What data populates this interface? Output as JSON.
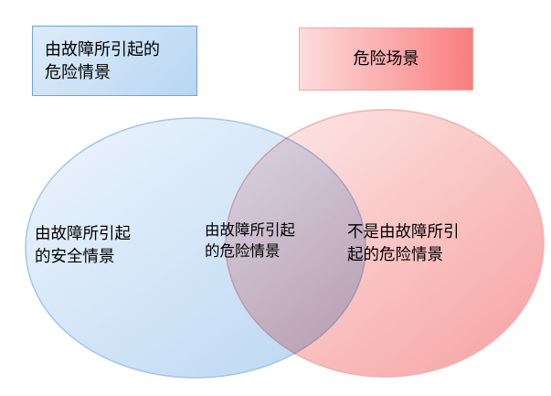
{
  "title_boxes": {
    "fault_hazard": {
      "line1": "由故障所引起的",
      "line2": "危险情景"
    },
    "hazard": {
      "label": "危险场景"
    }
  },
  "venn": {
    "left_region": {
      "line1": "由故障所引起",
      "line2": "的安全情景"
    },
    "overlap_region": {
      "line1": "由故障所引起",
      "line2": "的危险情景"
    },
    "right_region": {
      "line1": "不是由故障所引",
      "line2": "起的危险情景"
    }
  },
  "colors": {
    "blue_ellipse_fill_light": "#eaf3fc",
    "blue_ellipse_fill_dark": "#b9d6f2",
    "blue_ellipse_stroke": "#a3c7e8",
    "blue_box_border": "#6ca6dd",
    "pink_ellipse_fill_light": "#fdeceb",
    "pink_ellipse_fill_dark": "#f6a3a3",
    "pink_ellipse_stroke": "#f2b0b0",
    "red_box_gradient_start": "#fcdcdc",
    "red_box_gradient_end": "#f97e7e",
    "text": "#000000"
  }
}
